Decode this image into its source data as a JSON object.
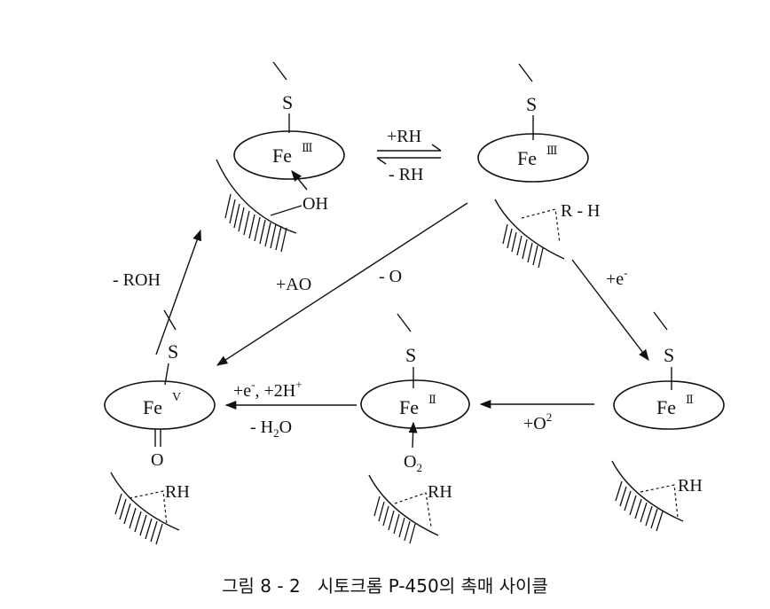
{
  "colors": {
    "ink": "#111111",
    "paper": "#ffffff"
  },
  "complexes": {
    "resting": {
      "s": "S",
      "fe": "Fe",
      "ox": "Ⅲ",
      "ligand": "OH"
    },
    "bound": {
      "s": "S",
      "fe": "Fe",
      "ox": "Ⅲ",
      "substrate": "R - H"
    },
    "reduced": {
      "s": "S",
      "fe": "Fe",
      "ox": "Ⅱ",
      "substrate": "RH"
    },
    "oxy": {
      "s": "S",
      "fe": "Fe",
      "ox": "Ⅱ",
      "ligand_main": "O",
      "ligand_sub": "2",
      "substrate": "RH"
    },
    "oxo": {
      "s": "S",
      "fe": "Fe",
      "ox": "V",
      "ligand": "O",
      "substrate": "RH"
    }
  },
  "steps": {
    "bind_forward": "+RH",
    "bind_reverse": "- RH",
    "reduction_main": "+e",
    "reduction_sup": "-",
    "oxygen_main": "+O",
    "oxygen_sup": "2",
    "second_reduction_a": "+e",
    "second_reduction_a_sup": "-",
    "second_reduction_b": ", +2H",
    "second_reduction_b_sup": "+",
    "water_loss_a": "- H",
    "water_loss_sub": "2",
    "water_loss_b": "O",
    "shunt_in": "+AO",
    "shunt_out": "- O",
    "product_release": "- ROH"
  },
  "caption": "그림 8 - 2   시토크롬 P-450의 촉매 사이클"
}
